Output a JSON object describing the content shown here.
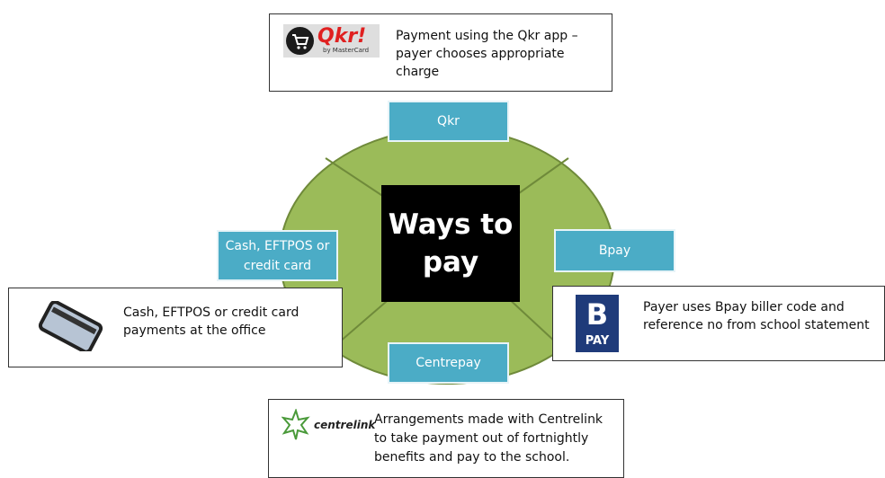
{
  "center": {
    "title": "Ways to\npay"
  },
  "segments": {
    "qkr": {
      "label": "Qkr"
    },
    "bpay": {
      "label": "Bpay"
    },
    "cash": {
      "label": "Cash, EFTPOS or credit card"
    },
    "centrepay": {
      "label": "Centrepay"
    }
  },
  "callouts": {
    "qkr": {
      "text": "Payment using the Qkr app – payer chooses appropriate charge",
      "logo": {
        "word": "Qkr!",
        "sub": "by MasterCard",
        "icon": "shopping-cart-icon"
      }
    },
    "cash": {
      "text": "Cash, EFTPOS or credit card payments at the office",
      "icon": "credit-card-icon"
    },
    "bpay": {
      "text": "Payer uses Bpay biller code and reference no from school statement",
      "logo": {
        "mark": "B",
        "sub": "PAY"
      }
    },
    "centrepay": {
      "text": "Arrangements made with Centrelink to take payment out of fortnightly benefits and pay to the school.",
      "logo": {
        "word": "centrelink",
        "icon": "centrelink-star-icon"
      }
    }
  },
  "colors": {
    "oval_fill": "#9bbb59",
    "oval_stroke": "#6f8a3a",
    "tab_fill": "#4bacc6",
    "center_fill": "#000000"
  }
}
